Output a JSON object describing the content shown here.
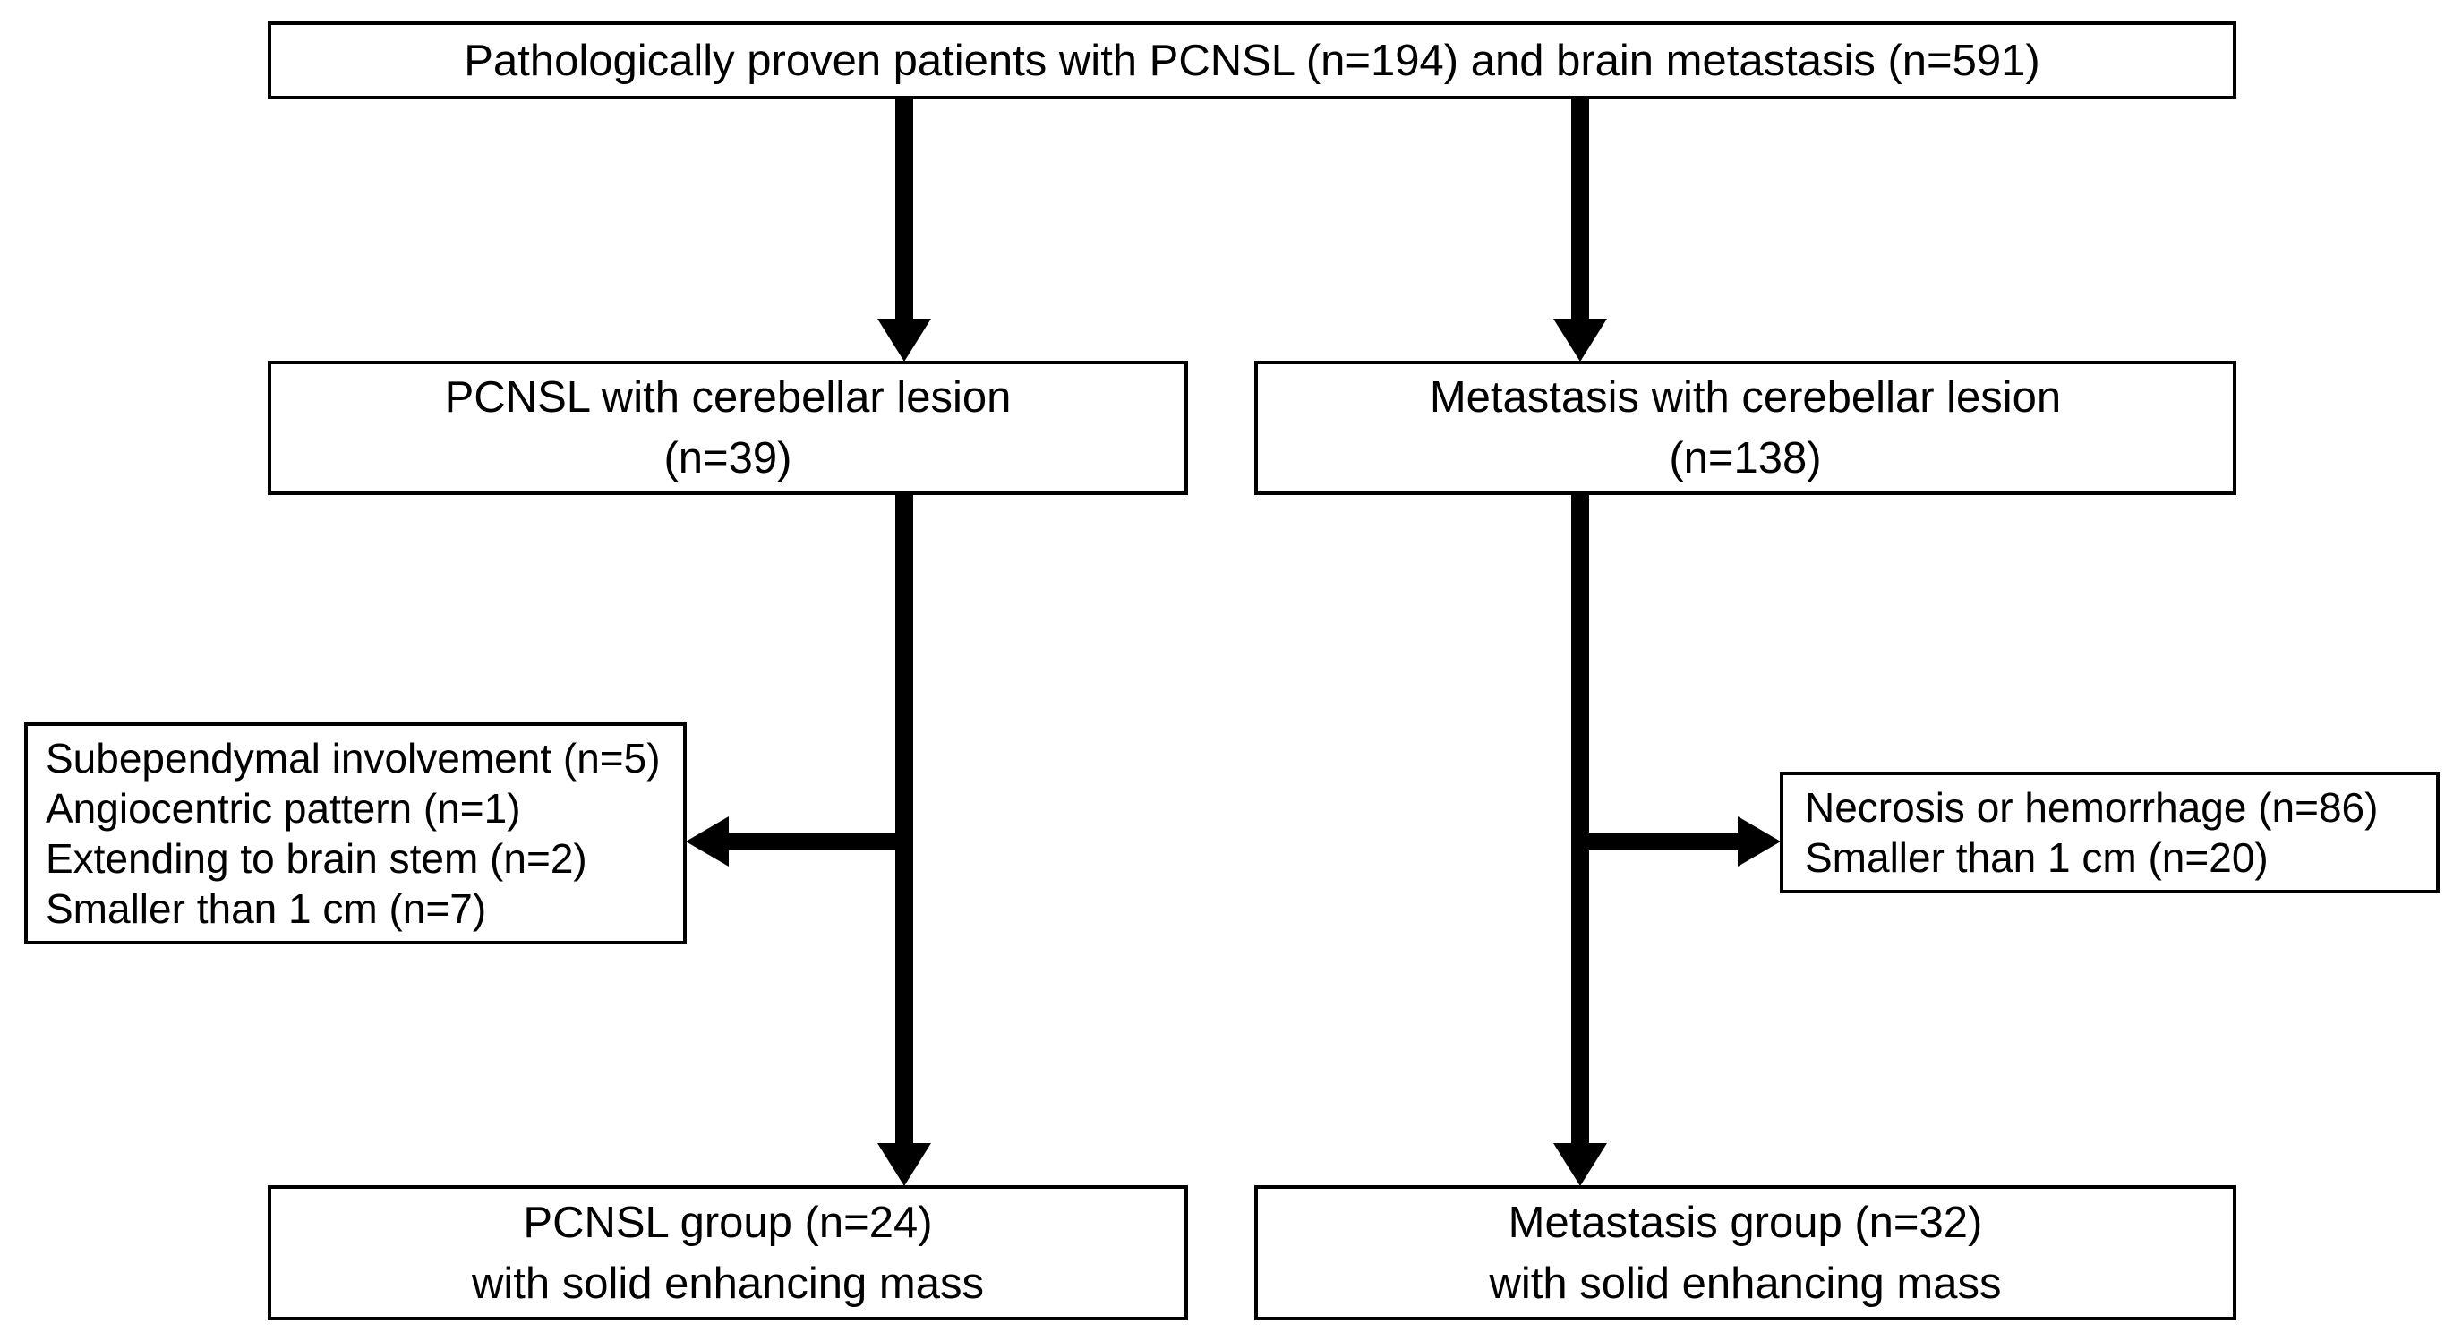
{
  "diagram": {
    "title": "Patient selection flowchart for PCNSL vs brain metastasis study",
    "colors": {
      "background": "#ffffff",
      "box_background": "#ffffff",
      "box_border": "#000000",
      "text": "#000000",
      "arrow": "#000000"
    },
    "nodes": {
      "top": {
        "lines": [
          "Pathologically proven patients with PCNSL (n=194) and brain metastasis (n=591)"
        ]
      },
      "mid_left": {
        "lines": [
          "PCNSL with cerebellar lesion",
          "(n=39)"
        ]
      },
      "mid_right": {
        "lines": [
          "Metastasis with cerebellar lesion",
          "(n=138)"
        ]
      },
      "excl_left": {
        "lines": [
          "Subependymal involvement (n=5)",
          "Angiocentric pattern (n=1)",
          "Extending to brain stem  (n=2)",
          "Smaller than 1 cm (n=7)"
        ]
      },
      "excl_right": {
        "lines": [
          "Necrosis or hemorrhage (n=86)",
          "Smaller than 1 cm (n=20)"
        ]
      },
      "bottom_left": {
        "lines": [
          "PCNSL group (n=24)",
          "with solid enhancing mass"
        ]
      },
      "bottom_right": {
        "lines": [
          "Metastasis group (n=32)",
          "with solid enhancing mass"
        ]
      }
    },
    "edges": [
      {
        "from": "top",
        "to": "mid_left",
        "type": "arrow-down"
      },
      {
        "from": "top",
        "to": "mid_right",
        "type": "arrow-down"
      },
      {
        "from": "mid_left",
        "to": "bottom_left",
        "type": "arrow-down"
      },
      {
        "from": "mid_right",
        "to": "bottom_right",
        "type": "arrow-down"
      },
      {
        "from": "mid_left",
        "to": "excl_left",
        "type": "arrow-left-branch"
      },
      {
        "from": "mid_right",
        "to": "excl_right",
        "type": "arrow-right-branch"
      }
    ]
  }
}
